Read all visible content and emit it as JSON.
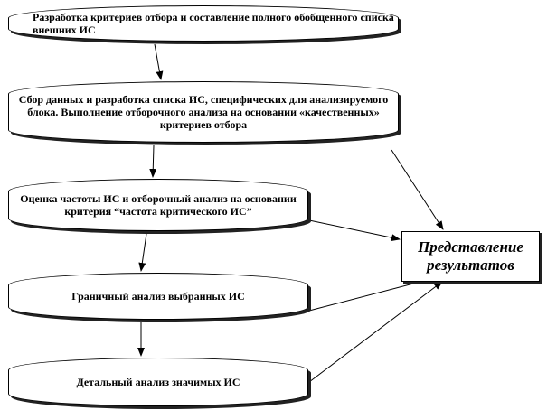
{
  "diagram": {
    "steps": [
      "Разработка критериев отбора и составление полного обобщенного списка внешних ИС",
      "Сбор данных и разработка списка ИС, специфических для анализируемого блока. Выполнение отборочного анализа на основании «качественных» критериев отбора",
      "Оценка частоты ИС и отборочный анализ на основании критерия “частота критического ИС”",
      "Граничный анализ выбранных ИС",
      "Детальный анализ значимых ИС"
    ],
    "result": "Представление результатов"
  }
}
